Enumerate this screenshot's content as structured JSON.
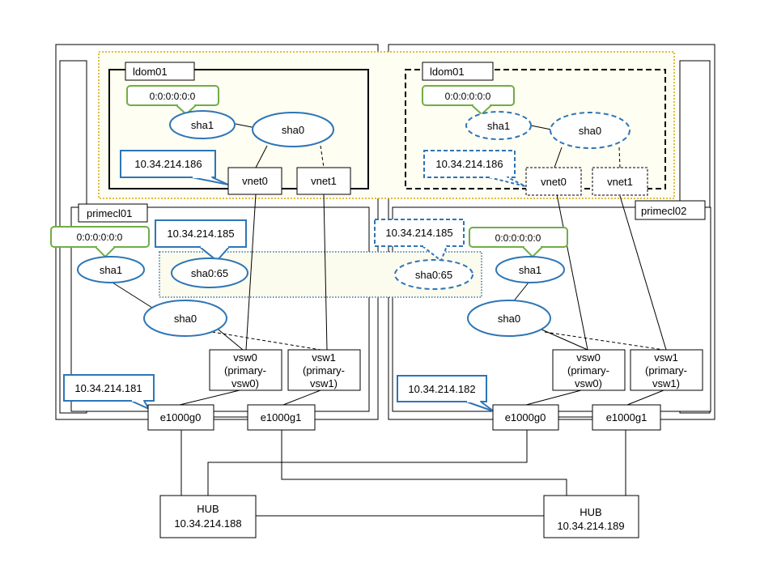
{
  "colors": {
    "line": "#000000",
    "blue": "#2e75b6",
    "green": "#70ad47",
    "gold": "#d4a900",
    "cream": "#fefef2",
    "dotted_blue": "#3a6ea5"
  },
  "left": {
    "host_label": "primecl01",
    "ldom": {
      "label": "ldom01",
      "mac_callout": "0:0:0:0:0:0",
      "ip_callout": "10.34.214.186",
      "sha1": "sha1",
      "sha0": "sha0",
      "vnet0": "vnet0",
      "vnet1": "vnet1"
    },
    "control": {
      "mac_callout": "0:0:0:0:0:0",
      "ip_callout": "10.34.214.185",
      "sha1": "sha1",
      "sha0": "sha0",
      "sha0_65": "sha0:65",
      "vsw0": [
        "vsw0",
        "(primary-",
        "vsw0)"
      ],
      "vsw1": [
        "vsw1",
        "(primary-",
        "vsw1)"
      ],
      "ip_nic_callout": "10.34.214.181",
      "nic0": "e1000g0",
      "nic1": "e1000g1"
    }
  },
  "right": {
    "host_label": "primecl02",
    "ldom": {
      "label": "ldom01",
      "mac_callout": "0:0:0:0:0:0",
      "ip_callout": "10.34.214.186",
      "sha1": "sha1",
      "sha0": "sha0",
      "vnet0": "vnet0",
      "vnet1": "vnet1"
    },
    "control": {
      "mac_callout": "0:0:0:0:0:0",
      "ip_callout": "10.34.214.185",
      "sha1": "sha1",
      "sha0": "sha0",
      "sha0_65": "sha0:65",
      "vsw0": [
        "vsw0",
        "(primary-",
        "vsw0)"
      ],
      "vsw1": [
        "vsw1",
        "(primary-",
        "vsw1)"
      ],
      "ip_nic_callout": "10.34.214.182",
      "nic0": "e1000g0",
      "nic1": "e1000g1"
    }
  },
  "hubs": [
    {
      "label": "HUB",
      "ip": "10.34.214.188"
    },
    {
      "label": "HUB",
      "ip": "10.34.214.189"
    }
  ]
}
